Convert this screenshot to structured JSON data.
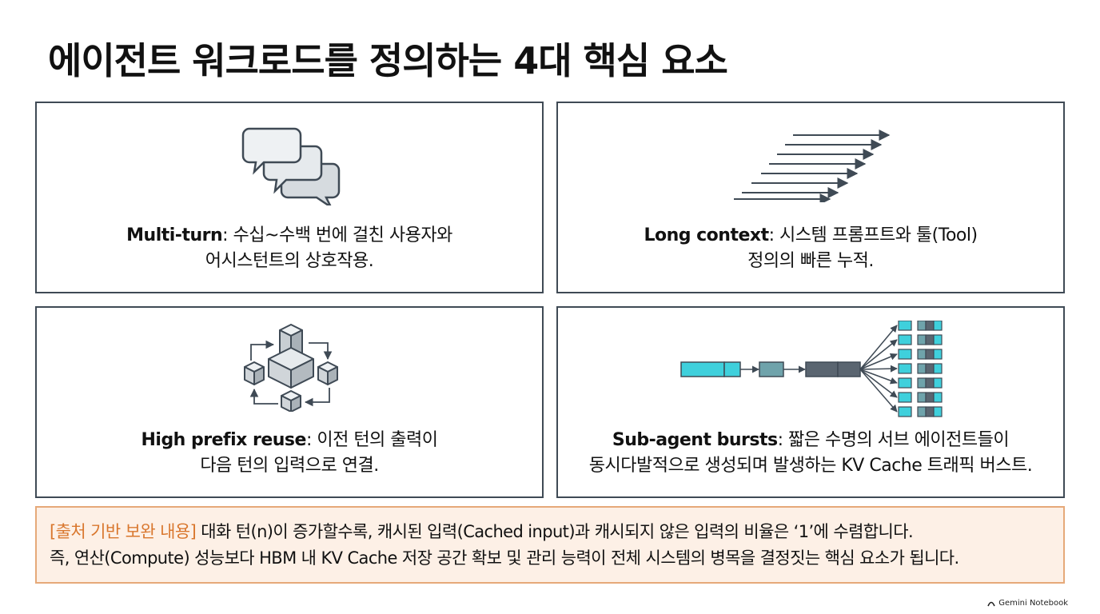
{
  "title": "에이전트 워크로드를 정의하는 4대 핵심 요소",
  "cards": [
    {
      "term": "Multi-turn",
      "desc1": ": 수십~수백 번에 걸친 사용자와",
      "desc2": "어시스턴트의 상호작용.",
      "icon": "chat-bubbles-icon"
    },
    {
      "term": "Long context",
      "desc1": ": 시스템 프롬프트와 툴(Tool)",
      "desc2": "정의의 빠른 누적.",
      "icon": "stacked-arrows-icon"
    },
    {
      "term": "High prefix reuse",
      "desc1": ": 이전 턴의 출력이",
      "desc2": "다음 턴의 입력으로 연결.",
      "icon": "cube-cycle-icon"
    },
    {
      "term": "Sub-agent bursts",
      "desc1": ": 짧은 수명의 서브 에이전트들이",
      "desc2": "동시다발적으로 생성되며 발생하는 KV Cache 트래픽 버스트.",
      "icon": "fan-out-blocks-icon"
    }
  ],
  "note": {
    "tag": "[출처 기반 보완 내용]",
    "line1": " 대화 턴(n)이 증가할수록, 캐시된 입력(Cached input)과 캐시되지 않은 입력의 비율은 ‘1’에 수렴합니다.",
    "line2": "즉, 연산(Compute) 성능보다 HBM 내 KV Cache 저장 공간 확보 및 관리 능력이 전체 시스템의 병목을 결정짓는 핵심 요소가 됩니다."
  },
  "brand": "Gemini Notebook",
  "colors": {
    "border": "#3f4a55",
    "cyan": "#3fd0dc",
    "teal": "#6fa3ab",
    "slate": "#5a6570",
    "note_bg": "#fdf0e6",
    "note_border": "#e6a979",
    "note_tag": "#d9772e"
  }
}
